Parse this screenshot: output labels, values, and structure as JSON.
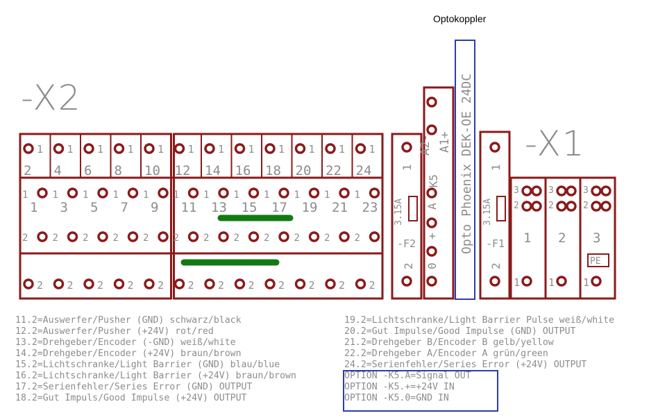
{
  "header": {
    "optocoupler_title": "Optokoppler"
  },
  "labels": {
    "x2": "-X2",
    "x1": "-X1",
    "k5": "-K5",
    "k5_a1": "A1+",
    "k5_a2": "A2-",
    "opto_vertical": "Opto Phoenix DEK-OE 24DC",
    "f2": "-F2",
    "f1": "-F1",
    "fuse_rating_f2": "3.15A",
    "fuse_rating_f1": "3.15A",
    "pe": "PE"
  },
  "x2_terminals": {
    "top_numbers": [
      "2",
      "4",
      "6",
      "8",
      "10",
      "12",
      "14",
      "16",
      "18",
      "20",
      "22",
      "24"
    ],
    "mid_numbers": [
      "1",
      "3",
      "5",
      "7",
      "9",
      "11",
      "13",
      "15",
      "17",
      "19",
      "21",
      "23"
    ],
    "pin_1": "1",
    "pin_2": "2"
  },
  "fuse_pins": {
    "top": "1",
    "bottom": "2"
  },
  "k5_pins": [
    "A",
    "+",
    "0"
  ],
  "x1_terminals": {
    "numbers": [
      "1",
      "2",
      "3"
    ],
    "pin_3": "3",
    "pin_2": "2",
    "pin_1": "1"
  },
  "legend_left": [
    "11.2=Auswerfer/Pusher (GND) schwarz/black",
    "12.2=Auswerfer/Pusher (+24V) rot/red",
    "13.2=Drehgeber/Encoder (-GND) weiß/white",
    "14.2=Drehgeber/Encoder (+24V) braun/brown",
    "15.2=Lichtschranke/Light Barrier (GND) blau/blue",
    "16.2=Lichtschranke/Light Barrier (+24V) braun/brown",
    "17.2=Serienfehler/Series Error (GND) OUTPUT",
    "18.2=Gut Impuls/Good Impulse (+24V) OUTPUT"
  ],
  "legend_right": [
    "19.2=Lichtschranke/Light Barrier Pulse weiß/white",
    "20.2=Gut Impulse/Good Impulse (GND) OUTPUT",
    "21.2=Drehgeber B/Encoder B gelb/yellow",
    "22.2=Drehgeber A/Encoder A grün/green",
    "24.2=Serienfehler/Series Error (+24V) OUTPUT"
  ],
  "legend_options": [
    "OPTION -K5.A=Signal OUT",
    "OPTION -K5.+=+24V IN",
    "OPTION -K5.0=GND IN"
  ],
  "colors": {
    "outline": "#8b1a1a",
    "text_gray": "#8c8c8c",
    "highlight_box": "#2d3bb0",
    "jumper_green": "#127a12"
  }
}
